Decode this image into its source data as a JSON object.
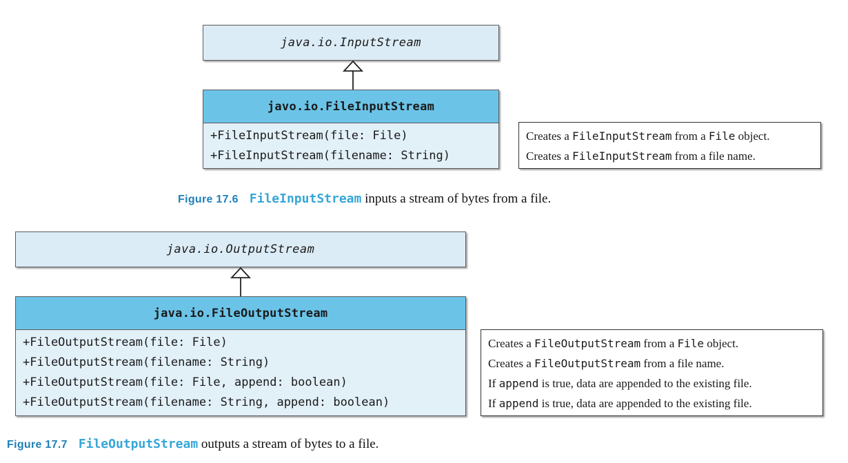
{
  "figure1": {
    "superclass": "java.io.InputStream",
    "class_name": "javo.io.FileInputStream",
    "members": [
      "+FileInputStream(file: File)",
      "+FileInputStream(filename: String)"
    ],
    "notes": [
      [
        {
          "t": "Creates a "
        },
        {
          "c": "FileInputStream"
        },
        {
          "t": " from a "
        },
        {
          "c": "File"
        },
        {
          "t": " object."
        }
      ],
      [
        {
          "t": "Creates a "
        },
        {
          "c": "FileInputStream"
        },
        {
          "t": " from a file name."
        }
      ]
    ],
    "caption": {
      "label": "Figure 17.6",
      "code": "FileInputStream",
      "text": " inputs a stream of bytes from a file."
    }
  },
  "figure2": {
    "superclass": "java.io.OutputStream",
    "class_name": "java.io.FileOutputStream",
    "members": [
      "+FileOutputStream(file: File)",
      "+FileOutputStream(filename: String)",
      "+FileOutputStream(file: File, append: boolean)",
      "+FileOutputStream(filename: String, append: boolean)"
    ],
    "notes": [
      [
        {
          "t": "Creates a "
        },
        {
          "c": "FileOutputStream"
        },
        {
          "t": " from a "
        },
        {
          "c": "File"
        },
        {
          "t": " object."
        }
      ],
      [
        {
          "t": "Creates a "
        },
        {
          "c": "FileOutputStream"
        },
        {
          "t": " from a file name."
        }
      ],
      [
        {
          "t": "If "
        },
        {
          "c": "append"
        },
        {
          "t": " is true, data are appended to the existing file."
        }
      ],
      [
        {
          "t": "If "
        },
        {
          "c": "append"
        },
        {
          "t": " is true, data are appended to the existing file."
        }
      ]
    ],
    "caption": {
      "label": "Figure 17.7",
      "code": "FileOutputStream",
      "text": " outputs a stream of bytes to a file."
    }
  },
  "colors": {
    "class_header": "#6bc4e8",
    "class_body": "#e2f0f8",
    "superclass_fill": "#dcecf6",
    "caption_label": "#1f7fb8",
    "caption_code": "#36a6d8"
  }
}
